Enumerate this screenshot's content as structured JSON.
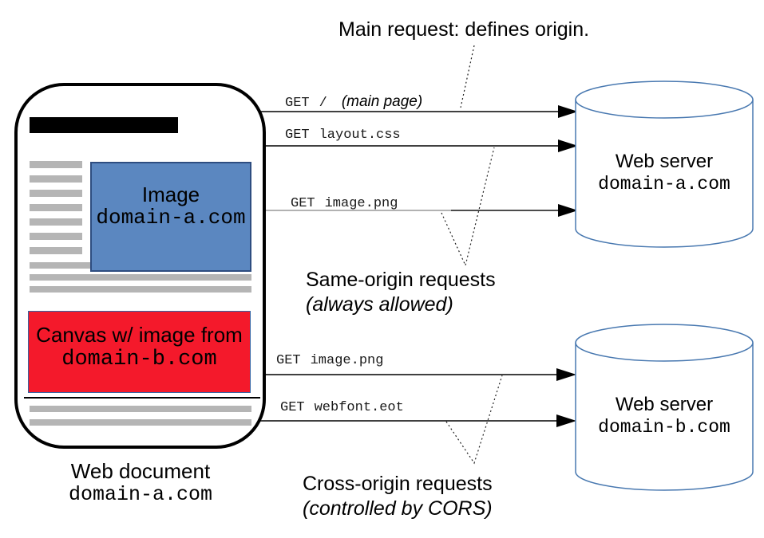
{
  "title": "Main request: defines origin.",
  "web_document": {
    "label": "Web document",
    "domain": "domain-a.com",
    "image_box": {
      "label": "Image",
      "domain": "domain-a.com"
    },
    "canvas_box": {
      "label": "Canvas w/ image from",
      "domain": "domain-b.com"
    }
  },
  "servers": {
    "a": {
      "label": "Web server",
      "domain": "domain-a.com"
    },
    "b": {
      "label": "Web server",
      "domain": "domain-b.com"
    }
  },
  "requests": {
    "main": {
      "method": "GET",
      "path": "/",
      "note": "(main page)"
    },
    "css": {
      "method": "GET",
      "path": "layout.css"
    },
    "image_same": {
      "method": "GET",
      "path": "image.png"
    },
    "image_cross": {
      "method": "GET",
      "path": "image.png"
    },
    "font_cross": {
      "method": "GET",
      "path": "webfont.eot"
    }
  },
  "annotations": {
    "same_origin_line1": "Same-origin requests",
    "same_origin_line2": "(always allowed)",
    "cross_origin_line1": "Cross-origin requests",
    "cross_origin_line2": "(controlled by CORS)"
  },
  "colors": {
    "image_box_fill": "#5b87c0",
    "image_box_border": "#2e4d80",
    "canvas_fill": "#f4192b",
    "canvas_border": "#3465a4",
    "cylinder_stroke": "#4878b0",
    "placeholder_gray": "#b5b5b5"
  }
}
